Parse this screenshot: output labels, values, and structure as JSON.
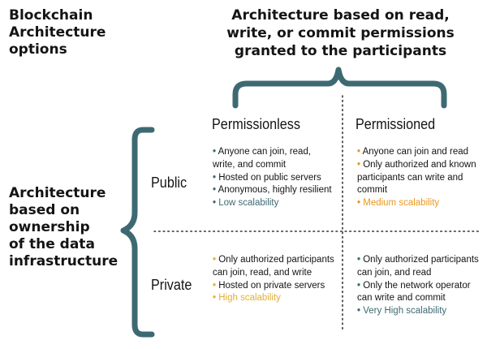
{
  "titles": {
    "main_line1": "Blockchain",
    "main_line2": "Architecture",
    "main_line3": "options",
    "top_line1": "Architecture based on read,",
    "top_line2": "write, or commit permissions",
    "top_line3": "granted to the participants",
    "left_line1": "Architecture",
    "left_line2": "based on",
    "left_line3": "ownership",
    "left_line4": "of the data",
    "left_line5": "infrastructure"
  },
  "columns": {
    "permissionless": "Permissionless",
    "permissioned": "Permissioned"
  },
  "rows": {
    "public": "Public",
    "private": "Private"
  },
  "cells": {
    "public_permissionless": {
      "item1_line1": "Anyone can join, read,",
      "item1_line2": "write, and commit",
      "item2": "Hosted on public servers",
      "item3": "Anonymous, highly resilient",
      "item4": "Low scalability"
    },
    "public_permissioned": {
      "item1": "Anyone can join and read",
      "item2_line1": "Only authorized and known",
      "item2_line2": "participants can write and",
      "item2_line3": "commit",
      "item3": "Medium scalability"
    },
    "private_permissionless": {
      "item1_line1": "Only authorized participants",
      "item1_line2": "can join, read, and write",
      "item2": "Hosted on private servers",
      "item3": "High scalability"
    },
    "private_permissioned": {
      "item1_line1": "Only authorized participants",
      "item1_line2": "can join, and read",
      "item2_line1": "Only the network operator",
      "item2_line2": "can write and commit",
      "item3": "Very High scalability"
    }
  },
  "colors": {
    "brace": "#3d6a72",
    "teal_bullet": "#3d6a72",
    "orange_bullet": "#e8981e",
    "gold_bullet": "#e2b033",
    "dotted_line": "#333333"
  },
  "bullet_symbol": "•"
}
